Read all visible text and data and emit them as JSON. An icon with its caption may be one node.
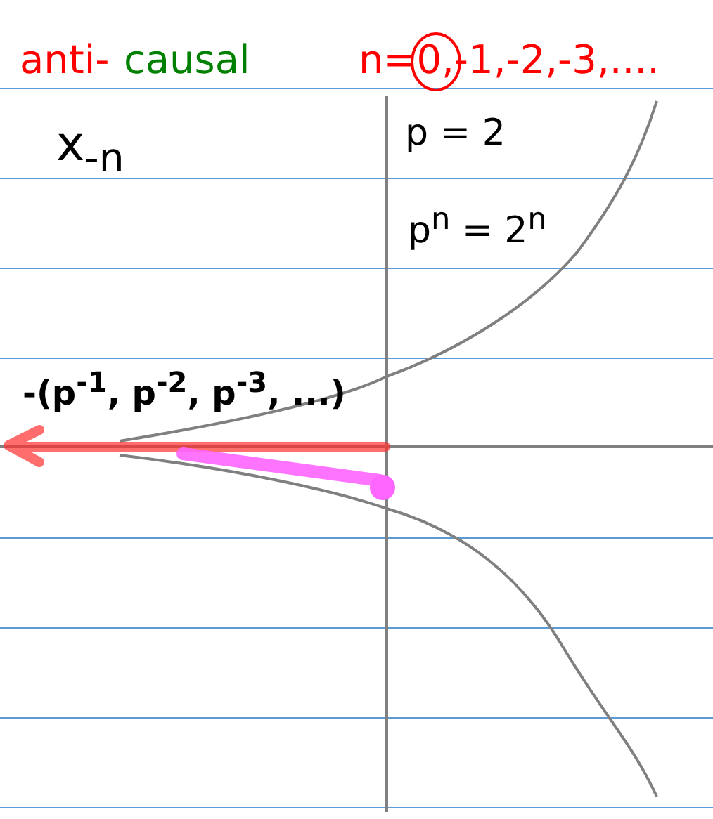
{
  "diagram": {
    "labels": [
      "anti-",
      "causal",
      "n=0,-1,-2,-3,....",
      "x$_{-n}$",
      "p = 2",
      "p$^{n}$ = 2$^{n}$",
      "-(p$^{-1}$, p$^{-2}$, p$^{-3}$, ...)"
    ]
  }
}
